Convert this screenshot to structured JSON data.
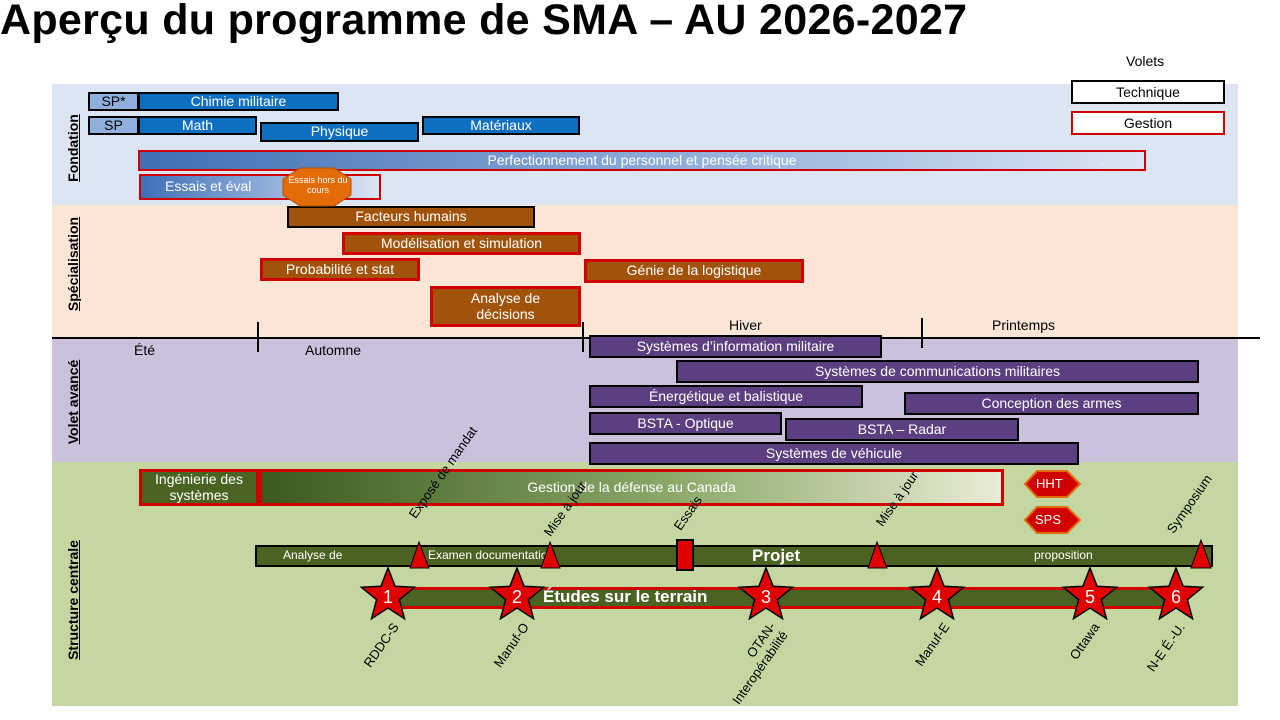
{
  "title": "Aperçu du programme de SMA – AU 2026-2027",
  "legend": {
    "heading": "Volets",
    "technique": "Technique",
    "gestion": "Gestion"
  },
  "sections": {
    "fondation": "Fondation",
    "specialisation": "Spécialisation",
    "volet_avance": "Volet avancé",
    "structure_centrale": "Structure centrale"
  },
  "seasons": {
    "ete": "Été",
    "automne": "Automne",
    "hiver": "Hiver",
    "printemps": "Printemps"
  },
  "fondation": {
    "sp_star": "SP*",
    "chimie": "Chimie militaire",
    "sp": "SP",
    "math": "Math",
    "physique": "Physique",
    "materiaux": "Matériaux",
    "perfectionnement": "Perfectionnement  du personnel  et pensée  critique",
    "perfectionnement_dot": ".",
    "essais": "Essais  et  éval",
    "essais_hors_cours": "Essais hors du cours"
  },
  "specialisation": {
    "facteurs": "Facteurs  humains",
    "modelisation": "Modélisation  et simulation",
    "probabilite": "Probabilité  et stat",
    "genie": "Génie de la logistique",
    "analyse_line1": "Analyse de",
    "analyse_line2": "décisions"
  },
  "avance": {
    "sim": "Systèmes  d’information  militaire",
    "scm": "Systèmes  de  communications  militaires",
    "energetique": "Énergétique  et  balistique",
    "conception": "Conception  des  armes",
    "optique": "BSTA  - Optique",
    "radar": "BSTA  – Radar",
    "vehicule": "Systèmes  de  véhicule"
  },
  "centrale": {
    "ingenierie_line1": "Ingénierie  des",
    "ingenierie_line2": "systèmes",
    "gestion": "Gestion  de  la  défense  au  Canada",
    "hht": "HHT",
    "sps": "SPS",
    "projet": "Projet",
    "analyse_de": "Analyse de",
    "examen": "Examen documentation",
    "proposition": "proposition",
    "etudes": "Études sur le terrain",
    "milestones": [
      "Exposé de mandat",
      "Mise à jour",
      "Essais",
      "Mise à jour",
      "Symposium"
    ],
    "stars": [
      {
        "num": "1",
        "label": "RDDC-S"
      },
      {
        "num": "2",
        "label": "Manuf-O"
      },
      {
        "num": "3",
        "label": "OTAN-\nInteropérabilité"
      },
      {
        "num": "4",
        "label": "Manuf-E"
      },
      {
        "num": "5",
        "label": "Ottawa"
      },
      {
        "num": "6",
        "label": "N-E É.-U."
      }
    ]
  },
  "colors": {
    "red": "#d00000",
    "blue": "#0e6fc0",
    "brown": "#a1530c",
    "purple": "#5b3f80",
    "orange": "#e36c09"
  }
}
